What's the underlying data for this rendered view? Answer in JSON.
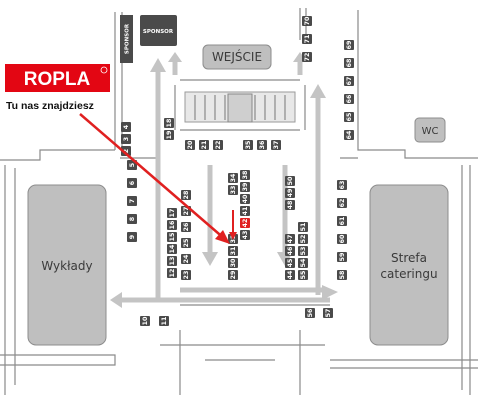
{
  "logo": {
    "text": "ROPLA"
  },
  "you_are_here": "Tu nas znajdziesz",
  "highlighted_booth": "42",
  "zones": {
    "entrance": "WEJŚCIE",
    "wc": "WC",
    "lectures": "Wykłady",
    "catering_line1": "Strefa",
    "catering_line2": "cateringu",
    "sponsor_vertical": "SPONSOR",
    "sponsor_box": "SPONSOR"
  },
  "booths": [
    "1",
    "2",
    "3",
    "4",
    "5",
    "6",
    "7",
    "8",
    "9",
    "10",
    "11",
    "12",
    "13",
    "14",
    "15",
    "16",
    "17",
    "18",
    "19",
    "20",
    "21",
    "22",
    "23",
    "24",
    "25",
    "26",
    "27",
    "28",
    "29",
    "30",
    "31",
    "32",
    "33",
    "34",
    "35",
    "36",
    "37",
    "38",
    "39",
    "40",
    "41",
    "42",
    "43",
    "44",
    "45",
    "46",
    "47",
    "48",
    "49",
    "50",
    "51",
    "52",
    "53",
    "54",
    "55",
    "56",
    "57",
    "58",
    "59",
    "60",
    "61",
    "62",
    "63",
    "64",
    "65",
    "66",
    "67",
    "68",
    "69",
    "70",
    "71",
    "72"
  ],
  "colors": {
    "booth": "#4a4a4a",
    "highlight": "#e02020",
    "zone": "#bfbfbf",
    "brand": "#e30613"
  }
}
